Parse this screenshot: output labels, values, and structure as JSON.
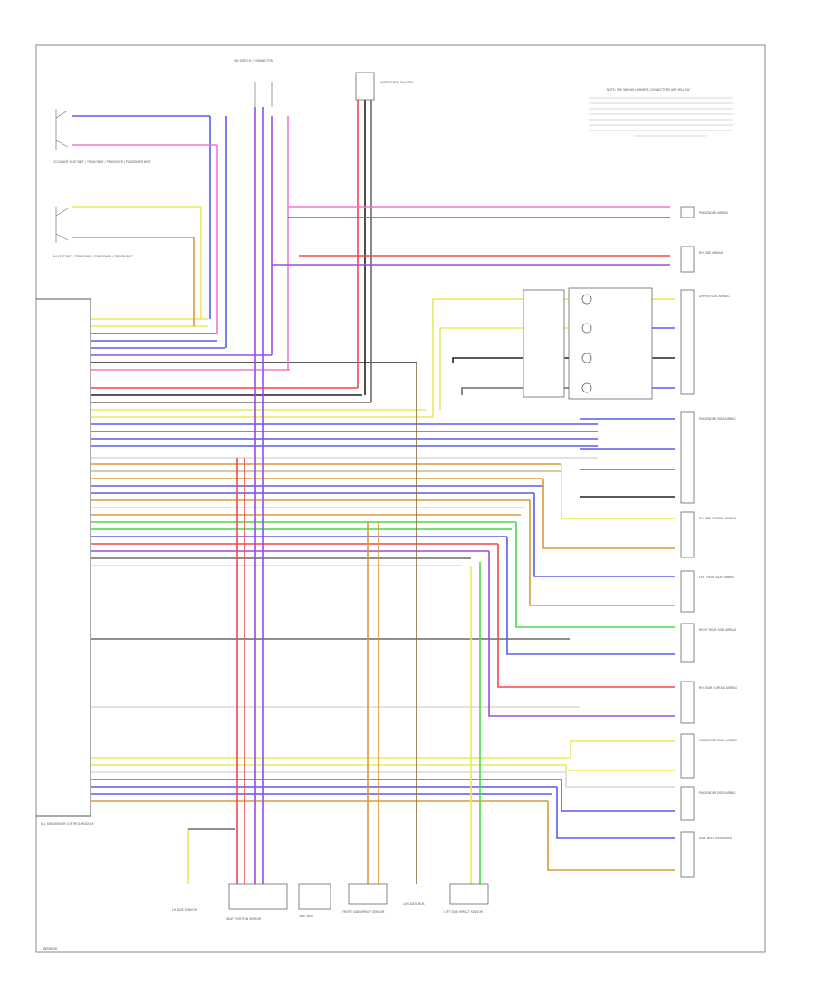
{
  "footer_code": "W00000",
  "colors": {
    "yellow": "#e8e85a",
    "blue": "#5a5aee",
    "violet": "#9a4ae8",
    "pink": "#ee7acc",
    "red": "#ee4a4a",
    "green": "#4ad84a",
    "orange": "#d89a3a",
    "gray": "#6a6a6a",
    "black": "#222222",
    "brown": "#8a6a3a",
    "tan": "#c8b88a",
    "white": "#d8d8d8"
  },
  "labels": {
    "top_left_component": "OCCUPANT SEAT BELT / TENSIONER / TENSIONER / PASSENGER BELT",
    "top_left_component2": "RH SEAT BELT / TENSIONER / TENSIONER / DRIVER BELT",
    "top_center_component": "IGN SWITCH / CONNECTOR",
    "top_center_right": "INSTRUMENT CLUSTER",
    "note": "NOTE: SRS WIRING HARNESS CONNECTORS ARE YELLOW",
    "control_module": "ALL SRS SENSOR CONTROL MODULE",
    "bottom_1": "LH SIDE SENSOR",
    "bottom_2": "SEAT POSITION SENSOR",
    "bottom_3": "SEAT BELT",
    "bottom_4": "FRONT SIDE IMPACT SENSOR",
    "bottom_5": "CAN DATA BUS",
    "bottom_6": "LEFT SIDE IMPACT SENSOR",
    "right_1": "PASSENGER AIRBAG",
    "right_2": "RH SIDE AIRBAG",
    "right_3": "DRIVER SIDE AIRBAG",
    "right_4": "PASSENGER SIDE AIRBAG",
    "right_5": "RH SIDE CURTAIN AIRBAG",
    "right_6": "LEFT REAR SIDE AIRBAG",
    "right_7": "RIGHT REAR SIDE AIRBAG",
    "right_8": "RH REAR CURTAIN AIRBAG",
    "right_9": "PASSENGER KNEE AIRBAG",
    "right_10": "SEAT BELT TENSIONER"
  }
}
